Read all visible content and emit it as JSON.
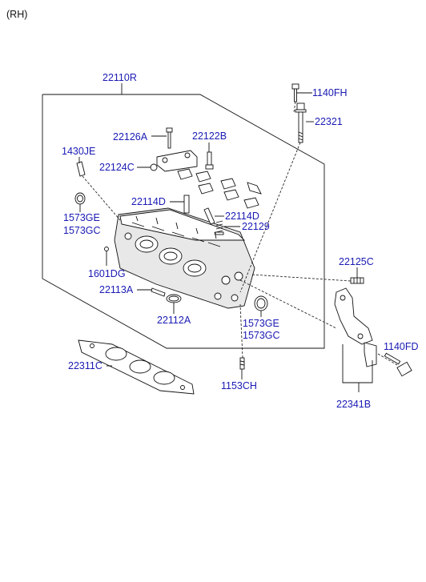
{
  "side_label": "(RH)",
  "labels": {
    "head": "22110R",
    "bolt_top": "1140FH",
    "long_bolt": "22321",
    "cap_bolt": "22126A",
    "cap_stud": "22122B",
    "dowel": "1430JE",
    "cap_pin": "22124C",
    "plug_left_ge": "1573GE",
    "plug_left_gc": "1573GC",
    "guide_left": "22114D",
    "guide_right": "22114D",
    "spring": "22129",
    "plug_dg": "1601DG",
    "stud_c": "22125C",
    "seal_a": "22113A",
    "ring": "22112A",
    "plug_right_ge": "1573GE",
    "plug_right_gc": "1573GC",
    "bolt_fd": "1140FD",
    "gasket": "22311C",
    "stud_ch": "1153CH",
    "bracket": "22341B"
  }
}
